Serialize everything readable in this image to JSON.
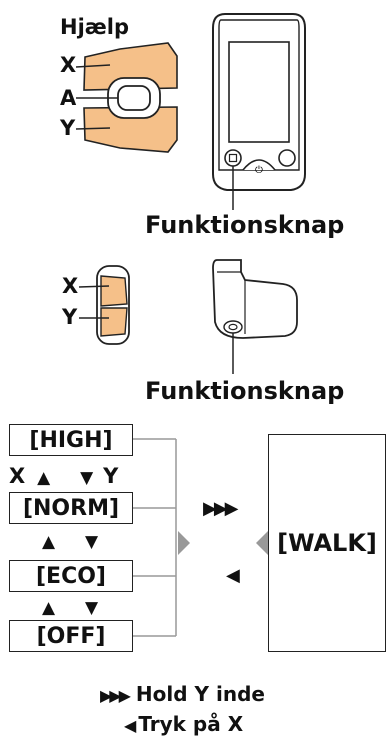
{
  "top_unit": {
    "help_label": "Hjælp",
    "x_label": "X",
    "a_label": "A",
    "y_label": "Y",
    "caption": "Funktionsknap",
    "power_symbol": "⏻",
    "fill_color": "#f5c089"
  },
  "middle_unit": {
    "x_label": "X",
    "y_label": "Y",
    "caption": "Funktionsknap"
  },
  "modes": {
    "items": [
      "[HIGH]",
      "[NORM]",
      "[ECO]",
      "[OFF]"
    ],
    "x_label": "X",
    "y_label": "Y",
    "up_arrow": "▲",
    "down_arrow": "▼",
    "walk_label": "[WALK]"
  },
  "legend": {
    "hold_arrows": "▶▶▶",
    "hold_text": "Hold Y inde",
    "press_arrow": "◀",
    "press_text": "Tryk på X"
  }
}
